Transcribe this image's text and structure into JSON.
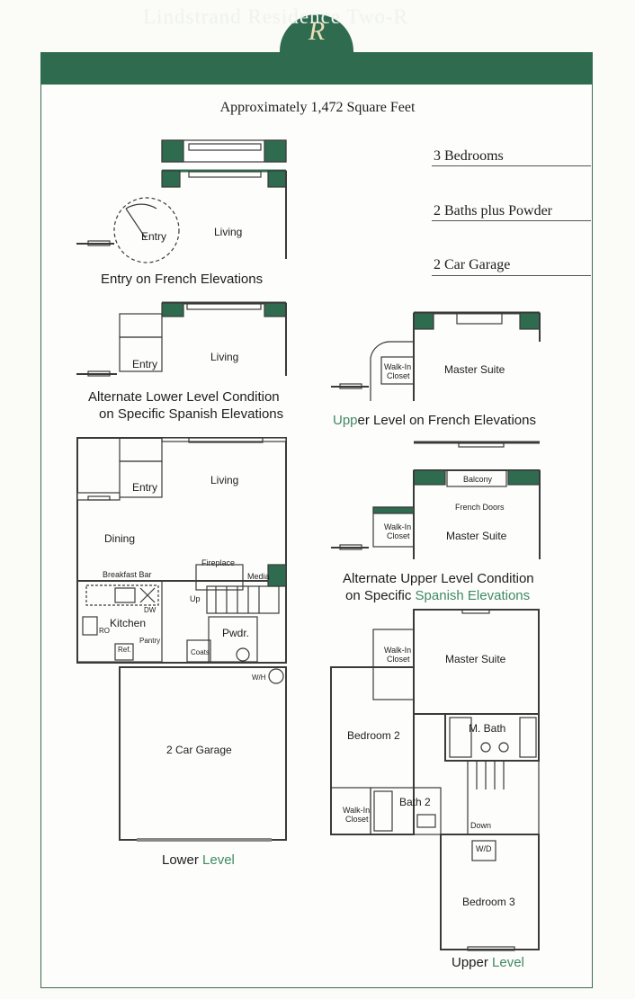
{
  "header": {
    "monogram": "R",
    "title": "Lindstrand Residence Two-R",
    "brand_color": "#2f6b4f",
    "accent_color": "#3f8a62"
  },
  "square_feet": "Approximately 1,472 Square Feet",
  "features": [
    "3 Bedrooms",
    "2 Baths plus Powder",
    "2 Car Garage"
  ],
  "captions": {
    "entry_french": "Entry on French Elevations",
    "alt_lower_1": "Alternate Lower Level Condition",
    "alt_lower_2": "on Specific Spanish Elevations",
    "upper_french_a": "Upp",
    "upper_french_b": "er Level on French Elevations",
    "alt_upper_1": "Alternate Upper Level Condition",
    "alt_upper_2a": "on Specific ",
    "alt_upper_2b": "Spanish Elevations",
    "lower_level_a": "Lower ",
    "lower_level_b": "Level",
    "upper_level_a": "Upper ",
    "upper_level_b": "Level"
  },
  "rooms": {
    "entry": "Entry",
    "living": "Living",
    "dining": "Dining",
    "breakfast_bar": "Breakfast Bar",
    "kitchen": "Kitchen",
    "dw": "DW",
    "ro": "RO",
    "pantry": "Pantry",
    "ref": "Ref.",
    "coats": "Coats",
    "fireplace": "Fireplace",
    "media": "Media",
    "up": "Up",
    "pwdr": "Pwdr.",
    "wh": "W/H",
    "garage": "2 Car Garage",
    "walk_in_1": "Walk-In",
    "walk_in_2": "Closet",
    "master_suite": "Master Suite",
    "balcony": "Balcony",
    "french_doors": "French Doors",
    "bedroom2": "Bedroom 2",
    "m_bath": "M. Bath",
    "bath2": "Bath 2",
    "walk_in_alt": "Walk-In",
    "down": "Down",
    "wd": "W/D",
    "bedroom3": "Bedroom 3"
  }
}
